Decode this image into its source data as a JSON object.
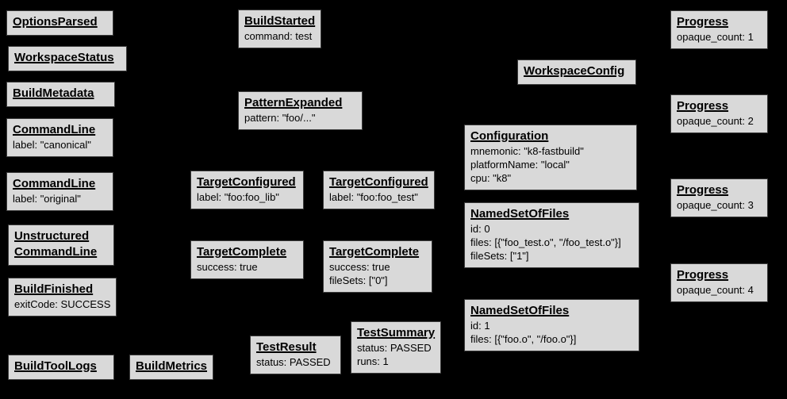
{
  "canvas": {
    "background_color": "#000000",
    "box_fill_color": "#d9d9d9",
    "box_border_color": "#3c3c3c",
    "text_color": "#000000"
  },
  "nodes": {
    "options_parsed": {
      "title": "OptionsParsed",
      "lines": []
    },
    "workspace_status": {
      "title": "WorkspaceStatus",
      "lines": []
    },
    "build_metadata": {
      "title": "BuildMetadata",
      "lines": []
    },
    "command_line_canonical": {
      "title": "CommandLine",
      "lines": [
        "label: \"canonical\""
      ]
    },
    "command_line_original": {
      "title": "CommandLine",
      "lines": [
        "label: \"original\""
      ]
    },
    "unstructured_command_line": {
      "title": "Unstructured CommandLine",
      "lines": []
    },
    "build_finished": {
      "title": "BuildFinished",
      "lines": [
        "exitCode: SUCCESS"
      ]
    },
    "build_tool_logs": {
      "title": "BuildToolLogs",
      "lines": []
    },
    "build_metrics": {
      "title": "BuildMetrics",
      "lines": []
    },
    "build_started": {
      "title": "BuildStarted",
      "lines": [
        "command: test"
      ]
    },
    "pattern_expanded": {
      "title": "PatternExpanded",
      "lines": [
        "pattern: \"foo/...\""
      ]
    },
    "target_configured_lib": {
      "title": "TargetConfigured",
      "lines": [
        "label: \"foo:foo_lib\""
      ]
    },
    "target_configured_test": {
      "title": "TargetConfigured",
      "lines": [
        "label: \"foo:foo_test\""
      ]
    },
    "target_complete_lib": {
      "title": "TargetComplete",
      "lines": [
        "success: true"
      ]
    },
    "target_complete_test": {
      "title": "TargetComplete",
      "lines": [
        "success: true",
        "fileSets: [\"0\"]"
      ]
    },
    "test_result": {
      "title": "TestResult",
      "lines": [
        "status: PASSED"
      ]
    },
    "test_summary": {
      "title": "TestSummary",
      "lines": [
        "status: PASSED",
        "runs: 1"
      ]
    },
    "workspace_config": {
      "title": "WorkspaceConfig",
      "lines": []
    },
    "configuration": {
      "title": "Configuration",
      "lines": [
        "mnemonic: \"k8-fastbuild\"",
        "platformName: \"local\"",
        "cpu: \"k8\""
      ]
    },
    "named_set_of_files_0": {
      "title": "NamedSetOfFiles",
      "lines": [
        "id: 0",
        "files: [{\"foo_test.o\", \"/foo_test.o\"}]",
        "fileSets: [\"1\"]"
      ]
    },
    "named_set_of_files_1": {
      "title": "NamedSetOfFiles",
      "lines": [
        "id: 1",
        "files: [{\"foo.o\", \"/foo.o\"}]"
      ]
    },
    "progress_1": {
      "title": "Progress",
      "lines": [
        "opaque_count: 1"
      ]
    },
    "progress_2": {
      "title": "Progress",
      "lines": [
        "opaque_count: 2"
      ]
    },
    "progress_3": {
      "title": "Progress",
      "lines": [
        "opaque_count: 3"
      ]
    },
    "progress_4": {
      "title": "Progress",
      "lines": [
        "opaque_count: 4"
      ]
    }
  }
}
